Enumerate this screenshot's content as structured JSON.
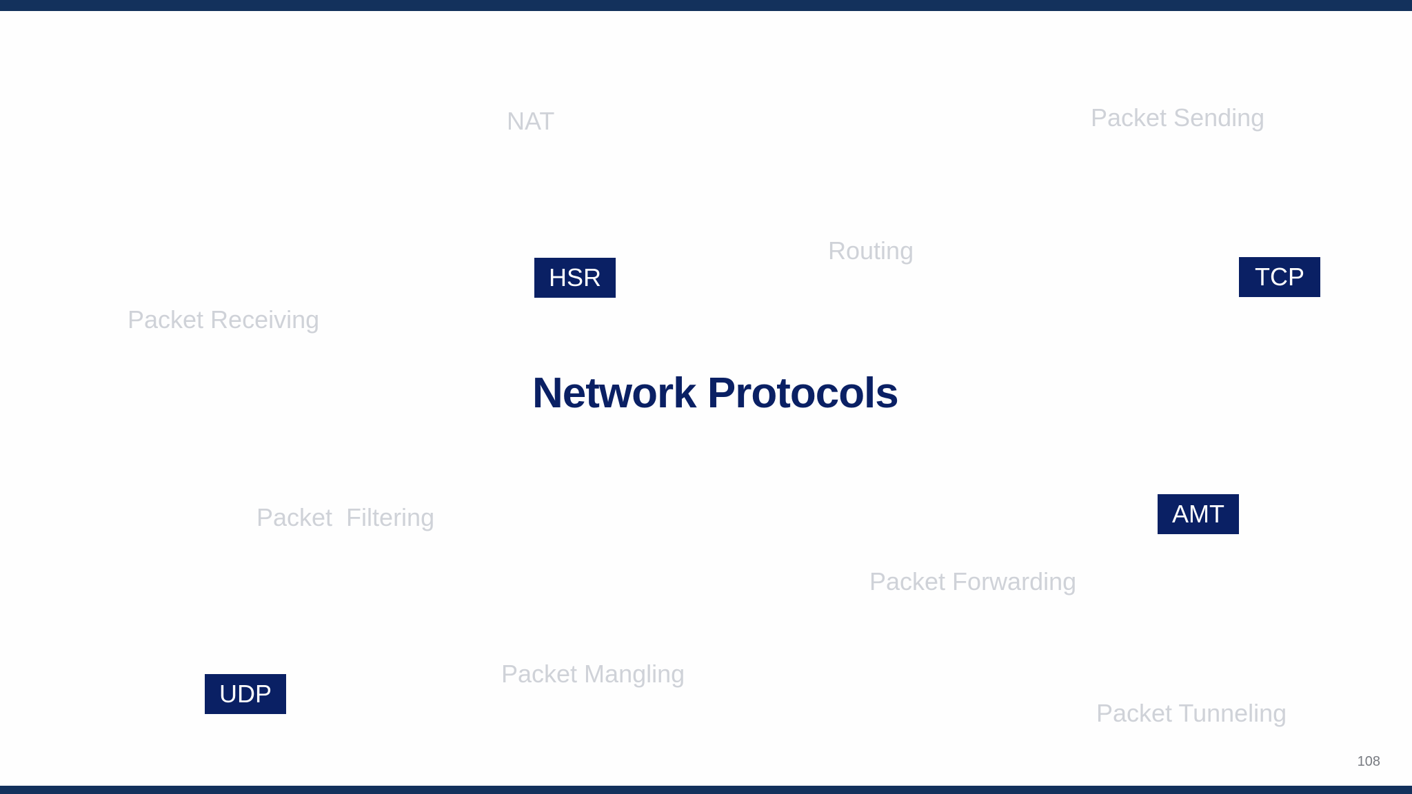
{
  "slide": {
    "title": "Network Protocols",
    "page_number": "108",
    "terms": {
      "nat": "NAT",
      "packet_sending": "Packet Sending",
      "routing": "Routing",
      "packet_receiving": "Packet Receiving",
      "packet_filtering": "Packet  Filtering",
      "packet_forwarding": "Packet Forwarding",
      "packet_mangling": "Packet Mangling",
      "packet_tunneling": "Packet Tunneling"
    },
    "tags": {
      "hsr": "HSR",
      "tcp": "TCP",
      "amt": "AMT",
      "udp": "UDP"
    }
  },
  "colors": {
    "accent_bar": "#13315c",
    "tag_background": "#0a2064",
    "title_color": "#0a2064",
    "faded_term": "#cfd2d8"
  }
}
